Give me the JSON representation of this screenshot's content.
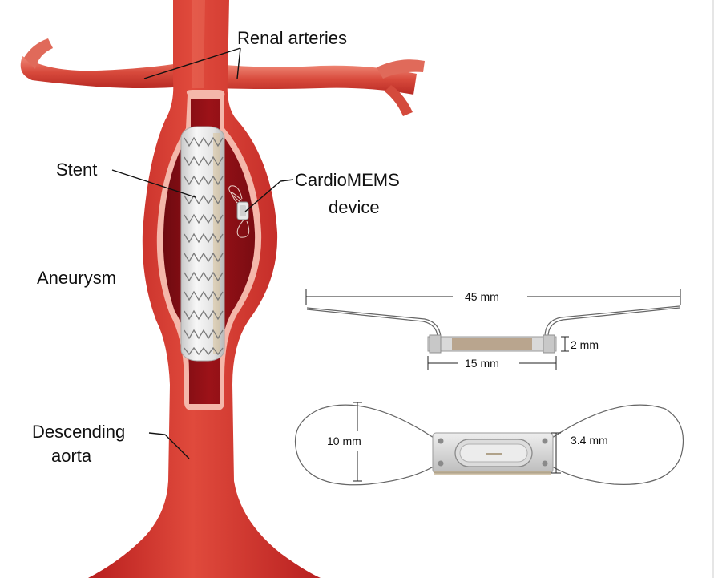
{
  "labels": {
    "renal_arteries": "Renal arteries",
    "stent": "Stent",
    "cardiomems_line1": "CardioMEMS",
    "cardiomems_line2": "device",
    "aneurysm": "Aneurysm",
    "descending_line1": "Descending",
    "descending_line2": "aorta"
  },
  "dimensions": {
    "total_length": "45 mm",
    "thickness": "2 mm",
    "body_length": "15 mm",
    "loop_height": "10 mm",
    "body_width": "3.4 mm"
  },
  "colors": {
    "artery": "#d8382f",
    "artery_dark": "#9a1414",
    "lumen": "#8c0f14",
    "wall_edge": "#f3b3a8",
    "stent": "#e9e9e9",
    "device_body": "#d6d6d6",
    "wire": "#555555"
  }
}
